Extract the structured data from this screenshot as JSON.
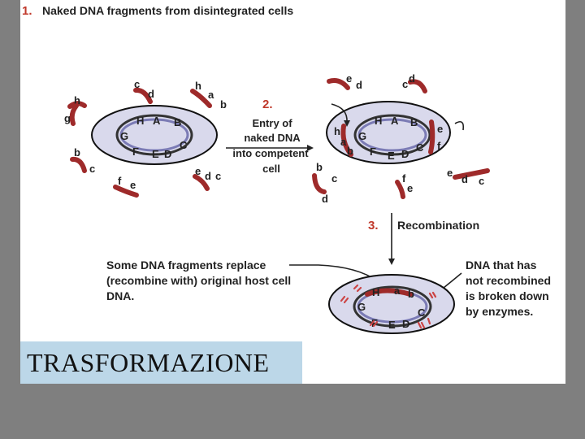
{
  "steps": {
    "s1": {
      "num": "1.",
      "text": "Naked DNA fragments from disintegrated cells"
    },
    "s2": {
      "num": "2.",
      "lines": [
        "Entry of",
        "naked DNA",
        "into competent",
        "cell"
      ]
    },
    "s3": {
      "num": "3.",
      "text": "Recombination"
    }
  },
  "notes": {
    "replace": [
      "Some DNA fragments replace",
      "(recombine with) original host cell",
      "DNA."
    ],
    "broken": [
      "DNA that has",
      "not recombined",
      "is broken down",
      "by enzymes."
    ]
  },
  "caption": "TRASFORMAZIONE",
  "letters": {
    "cell1": [
      "H",
      "A",
      "B",
      "G",
      "C",
      "F",
      "E",
      "D"
    ],
    "cell2": [
      "H",
      "A",
      "B",
      "G",
      "C",
      "F",
      "E",
      "D",
      "h",
      "a",
      "b",
      "e",
      "f"
    ],
    "cell3": [
      "H",
      "a",
      "b",
      "G",
      "C",
      "F",
      "E",
      "D"
    ],
    "frags": [
      "h",
      "g",
      "c",
      "d",
      "h",
      "a",
      "b",
      "b",
      "c",
      "f",
      "e",
      "e",
      "d",
      "c",
      "e",
      "d",
      "c",
      "d",
      "b",
      "c",
      "d",
      "f",
      "e",
      "e",
      "d",
      "c"
    ]
  },
  "colors": {
    "fragment": "#9e2a2a",
    "step_number": "#c0392b",
    "cell_fill": "#d9d9ec",
    "caption_bg": "#bcd7e8"
  }
}
